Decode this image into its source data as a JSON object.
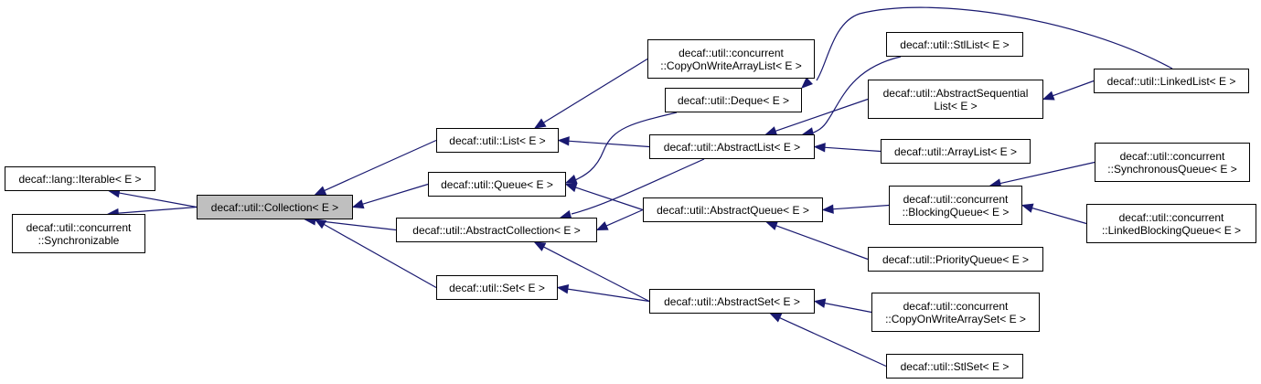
{
  "diagram": {
    "title": "Inheritance diagram for decaf::util::Collection< E >",
    "edge_color": "#191970",
    "current_node_fill": "#bfbfbf",
    "nodes": [
      {
        "id": "iterable",
        "lines": [
          "decaf::lang::Iterable< E >"
        ]
      },
      {
        "id": "synchronizable",
        "lines": [
          "decaf::util::concurrent",
          "::Synchronizable"
        ]
      },
      {
        "id": "collection",
        "lines": [
          "decaf::util::Collection< E >"
        ],
        "current": true
      },
      {
        "id": "list",
        "lines": [
          "decaf::util::List< E >"
        ]
      },
      {
        "id": "queue",
        "lines": [
          "decaf::util::Queue< E >"
        ]
      },
      {
        "id": "abstractcollection",
        "lines": [
          "decaf::util::AbstractCollection< E >"
        ]
      },
      {
        "id": "set",
        "lines": [
          "decaf::util::Set< E >"
        ]
      },
      {
        "id": "copyonwritearraylist",
        "lines": [
          "decaf::util::concurrent",
          "::CopyOnWriteArrayList< E >"
        ]
      },
      {
        "id": "deque",
        "lines": [
          "decaf::util::Deque< E >"
        ]
      },
      {
        "id": "abstractlist",
        "lines": [
          "decaf::util::AbstractList< E >"
        ]
      },
      {
        "id": "abstractqueue",
        "lines": [
          "decaf::util::AbstractQueue< E >"
        ]
      },
      {
        "id": "abstractset",
        "lines": [
          "decaf::util::AbstractSet< E >"
        ]
      },
      {
        "id": "stllist",
        "lines": [
          "decaf::util::StlList< E >"
        ]
      },
      {
        "id": "abstractsequentiallist",
        "lines": [
          "decaf::util::AbstractSequential",
          "List< E >"
        ]
      },
      {
        "id": "arraylist",
        "lines": [
          "decaf::util::ArrayList< E >"
        ]
      },
      {
        "id": "blockingqueue",
        "lines": [
          "decaf::util::concurrent",
          "::BlockingQueue< E >"
        ]
      },
      {
        "id": "priorityqueue",
        "lines": [
          "decaf::util::PriorityQueue< E >"
        ]
      },
      {
        "id": "copyonwritearrayset",
        "lines": [
          "decaf::util::concurrent",
          "::CopyOnWriteArraySet< E >"
        ]
      },
      {
        "id": "stlset",
        "lines": [
          "decaf::util::StlSet< E >"
        ]
      },
      {
        "id": "linkedlist",
        "lines": [
          "decaf::util::LinkedList< E >"
        ]
      },
      {
        "id": "synchronousqueue",
        "lines": [
          "decaf::util::concurrent",
          "::SynchronousQueue< E >"
        ]
      },
      {
        "id": "linkedblockingqueue",
        "lines": [
          "decaf::util::concurrent",
          "::LinkedBlockingQueue< E >"
        ]
      }
    ],
    "edges": [
      {
        "from": "collection",
        "to": "iterable"
      },
      {
        "from": "collection",
        "to": "synchronizable"
      },
      {
        "from": "list",
        "to": "collection"
      },
      {
        "from": "queue",
        "to": "collection"
      },
      {
        "from": "abstractcollection",
        "to": "collection"
      },
      {
        "from": "set",
        "to": "collection"
      },
      {
        "from": "copyonwritearraylist",
        "to": "list"
      },
      {
        "from": "abstractlist",
        "to": "list"
      },
      {
        "from": "deque",
        "to": "queue"
      },
      {
        "from": "abstractqueue",
        "to": "queue"
      },
      {
        "from": "abstractlist",
        "to": "abstractcollection"
      },
      {
        "from": "abstractqueue",
        "to": "abstractcollection"
      },
      {
        "from": "abstractset",
        "to": "abstractcollection"
      },
      {
        "from": "abstractset",
        "to": "set"
      },
      {
        "from": "linkedlist",
        "to": "deque"
      },
      {
        "from": "stllist",
        "to": "abstractlist"
      },
      {
        "from": "abstractsequentiallist",
        "to": "abstractlist"
      },
      {
        "from": "arraylist",
        "to": "abstractlist"
      },
      {
        "from": "linkedlist",
        "to": "abstractsequentiallist"
      },
      {
        "from": "blockingqueue",
        "to": "abstractqueue"
      },
      {
        "from": "priorityqueue",
        "to": "abstractqueue"
      },
      {
        "from": "synchronousqueue",
        "to": "blockingqueue"
      },
      {
        "from": "linkedblockingqueue",
        "to": "blockingqueue"
      },
      {
        "from": "copyonwritearrayset",
        "to": "abstractset"
      },
      {
        "from": "stlset",
        "to": "abstractset"
      }
    ]
  }
}
